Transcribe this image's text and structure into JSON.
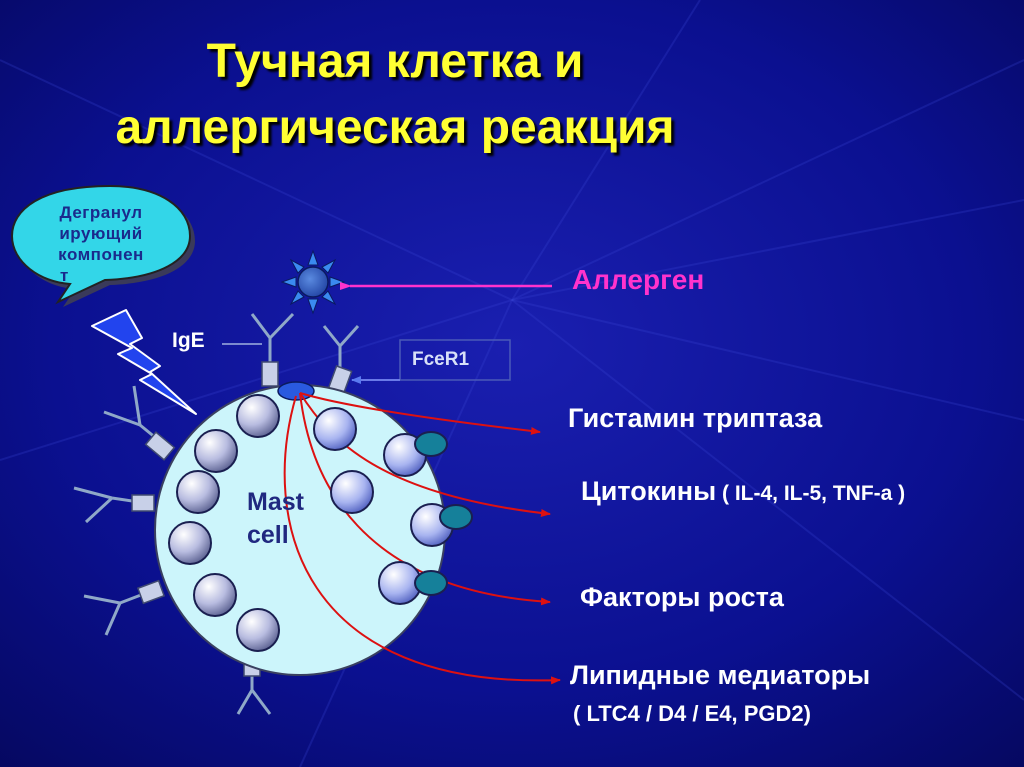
{
  "title": {
    "line1": "Тучная клетка и",
    "line2": "аллергическая реакция"
  },
  "bubble": {
    "line1": "Дегранул",
    "line2": "ирующий",
    "line3": "компонен",
    "line4": "т"
  },
  "labels": {
    "allergen": "Аллерген",
    "ige": "IgE",
    "fcer1": "FceR1",
    "mast_cell_line1": "Mast",
    "mast_cell_line2": "cell"
  },
  "mediators": {
    "histamine": "Гистамин триптаза",
    "cytokines_main": "Цитокины",
    "cytokines_detail": " ( IL-4, IL-5, TNF-a )",
    "growth_factors": "Факторы роста",
    "lipid_line1": "Липидные медиаторы",
    "lipid_line2": "( LTC4 / D4 / E4, PGD2)"
  },
  "colors": {
    "background": "#0a0e7a",
    "title": "#ffff33",
    "allergen": "#ff33cc",
    "cell": "#ccf5fb",
    "bubble": "#33d6e8",
    "arrows_red": "#dd1111"
  }
}
